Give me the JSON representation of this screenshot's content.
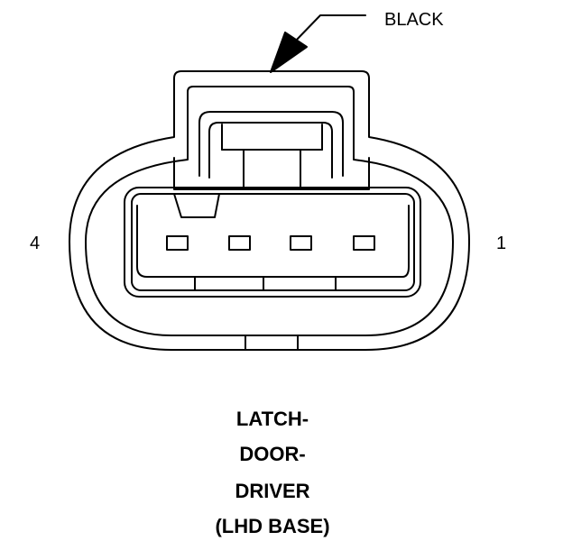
{
  "connector": {
    "color_label": "BLACK",
    "pin_left_label": "4",
    "pin_right_label": "1"
  },
  "caption": {
    "lines": [
      "LATCH-",
      "DOOR-",
      "DRIVER",
      "(LHD BASE)"
    ]
  }
}
